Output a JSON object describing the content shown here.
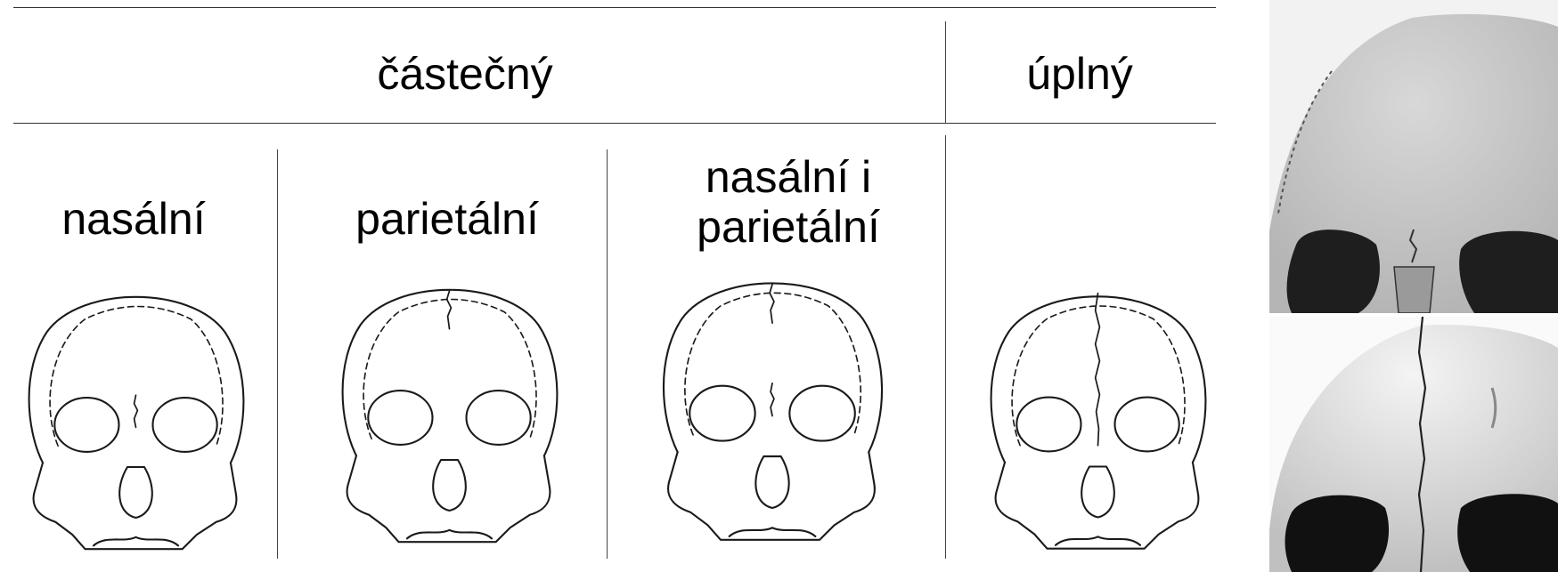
{
  "table": {
    "header_partial": "částečný",
    "header_complete": "úplný",
    "columns": [
      {
        "label": "nasální",
        "variant": "nasal"
      },
      {
        "label": "parietální",
        "variant": "parietal"
      },
      {
        "label": "nasální i\nparietální",
        "variant": "both"
      },
      {
        "label": "",
        "variant": "complete"
      }
    ]
  },
  "photos": [
    {
      "variant": "partial-nasal"
    },
    {
      "variant": "complete"
    }
  ]
}
